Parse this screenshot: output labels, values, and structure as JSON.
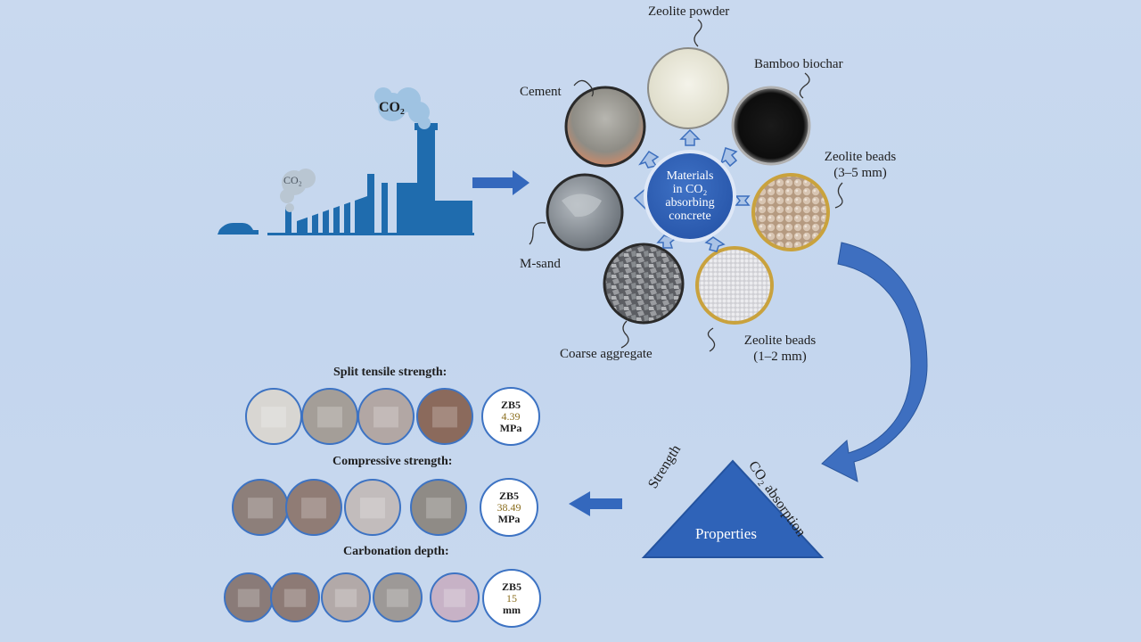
{
  "diagram": {
    "co2_cloud_top": "CO₂",
    "co2_cloud_small": "CO₂",
    "hub_lines": [
      "Materials",
      "in CO₂",
      "absorbing",
      "concrete"
    ],
    "materials": [
      {
        "label": "Zeolite powder",
        "color": "#ecebe0"
      },
      {
        "label": "Bamboo biochar",
        "color": "#151515"
      },
      {
        "label": "Zeolite beads",
        "label2": "(3–5 mm)",
        "color": "#c9b39e"
      },
      {
        "label": "Zeolite beads",
        "label2": "(1–2 mm)",
        "color": "#d8d8dc"
      },
      {
        "label": "Coarse aggregate",
        "color": "#7d7f84"
      },
      {
        "label": "M-sand",
        "color": "#9aa0a6"
      },
      {
        "label": "Cement",
        "color": "#9b9a94"
      }
    ],
    "triangle": {
      "center": "Properties",
      "left_side": "Strength",
      "right_side": "CO₂ absorption"
    },
    "sections": [
      {
        "title": "Split tensile strength:",
        "id": "ZB5",
        "value": "4.39",
        "unit": "MPa",
        "photos": [
          "#d8d6d2",
          "#a49e98",
          "#b2a7a4",
          "#8b6a5c"
        ]
      },
      {
        "title": "Compressive strength:",
        "id": "ZB5",
        "value": "38.49",
        "unit": "MPa",
        "photos": [
          "#8d7f7a",
          "#907c75",
          "#c2bcbc",
          "#8f8b86"
        ]
      },
      {
        "title": "Carbonation depth:",
        "id": "ZB5",
        "value": "15",
        "unit": "mm",
        "photos": [
          "#8a7b78",
          "#8d7a75",
          "#b2a9a8",
          "#9d9997",
          "#c7b2c6"
        ]
      }
    ],
    "colors": {
      "accent_blue": "#2f63b8",
      "factory_blue": "#1f6cae",
      "arrow_blue": "#3e6fc0"
    }
  }
}
